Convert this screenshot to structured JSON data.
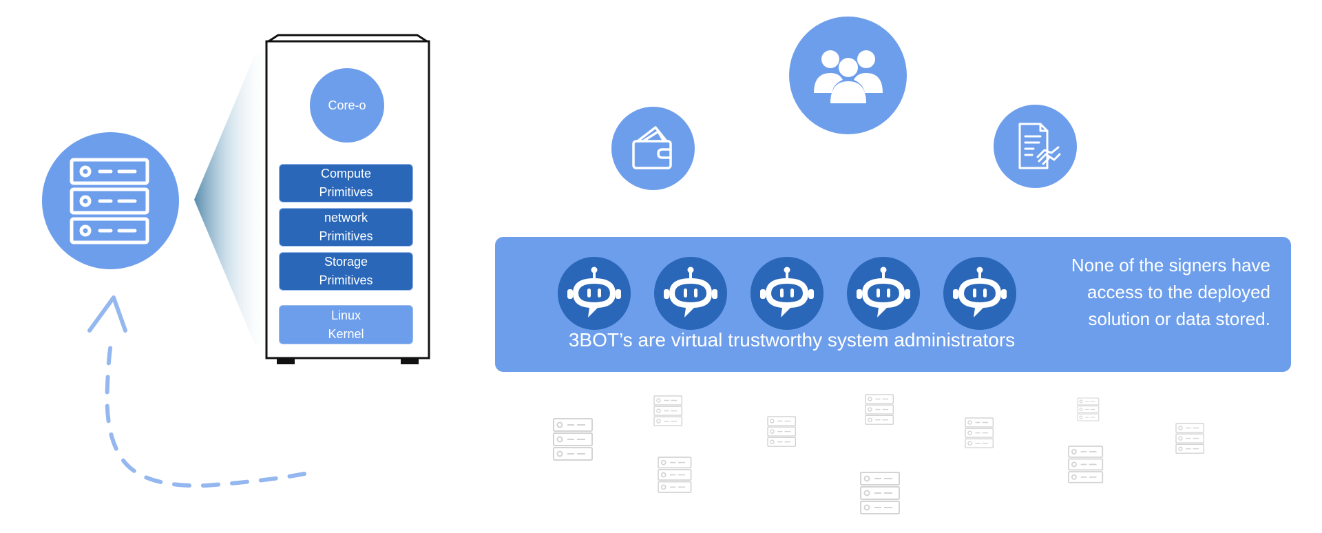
{
  "node": {
    "core_label": "Core-o",
    "primitives": [
      {
        "label": "Compute Primitives",
        "style": "dark"
      },
      {
        "label": "network Primitives",
        "style": "dark"
      },
      {
        "label": "Storage Primitives",
        "style": "dark"
      },
      {
        "label": "Linux Kernel",
        "style": "light"
      }
    ]
  },
  "top_icons": [
    "wallet-icon",
    "people-icon",
    "contract-handshake-icon"
  ],
  "bots": {
    "count": 5,
    "caption": "3BOT’s are virtual trustworthy system administrators"
  },
  "signers_note": "None of the signers have access to the deployed solution or data stored.",
  "colors": {
    "accent": "#6d9eeb",
    "dark_blue": "#2a67b9",
    "faded_server": "#d6d6d6"
  }
}
